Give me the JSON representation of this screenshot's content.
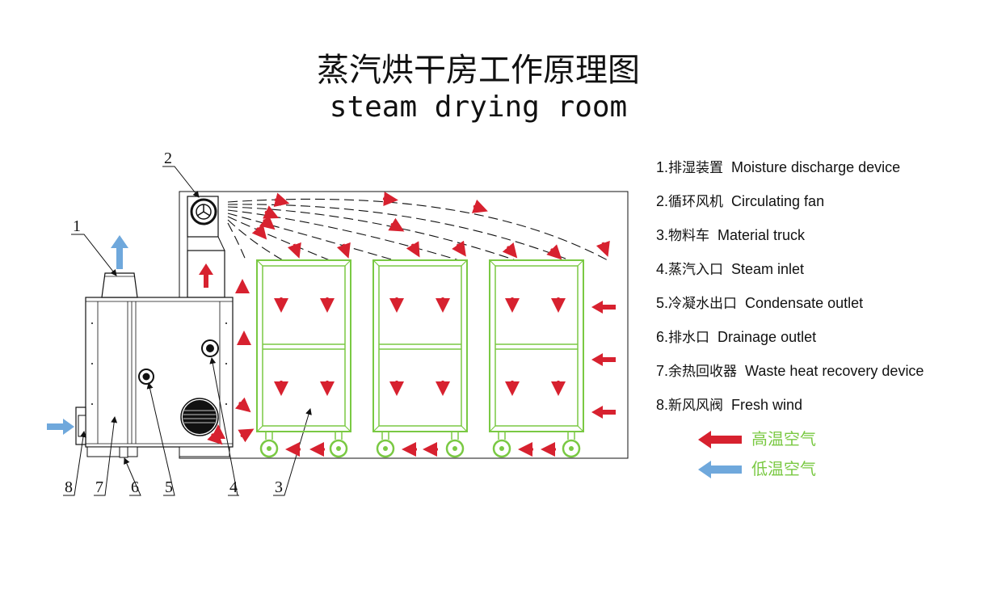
{
  "title": {
    "cn": "蒸汽烘干房工作原理图",
    "en": "steam drying room"
  },
  "legend": [
    {
      "num": "1.",
      "cn": "排湿装置",
      "en": "Moisture discharge device"
    },
    {
      "num": "2.",
      "cn": "循环风机",
      "en": "Circulating fan"
    },
    {
      "num": "3.",
      "cn": "物料车",
      "en": "Material truck"
    },
    {
      "num": "4.",
      "cn": "蒸汽入口",
      "en": "Steam inlet"
    },
    {
      "num": "5.",
      "cn": "冷凝水出口",
      "en": "Condensate outlet"
    },
    {
      "num": "6.",
      "cn": "排水口",
      "en": "Drainage outlet"
    },
    {
      "num": "7.",
      "cn": "余热回收器",
      "en": "Waste heat recovery device"
    },
    {
      "num": "8.",
      "cn": "新风风阀",
      "en": "Fresh wind"
    }
  ],
  "keys": {
    "hot": {
      "label": "高温空气",
      "color": "#d7212f"
    },
    "cold": {
      "label": "低温空气",
      "color": "#6fa8dc"
    }
  },
  "part_numbers": [
    "1",
    "2",
    "3",
    "4",
    "5",
    "6",
    "7",
    "8"
  ],
  "colors": {
    "truck": "#7ac943",
    "hot_arrow": "#d7212f",
    "cold_arrow": "#6fa8dc",
    "line": "#111111"
  }
}
